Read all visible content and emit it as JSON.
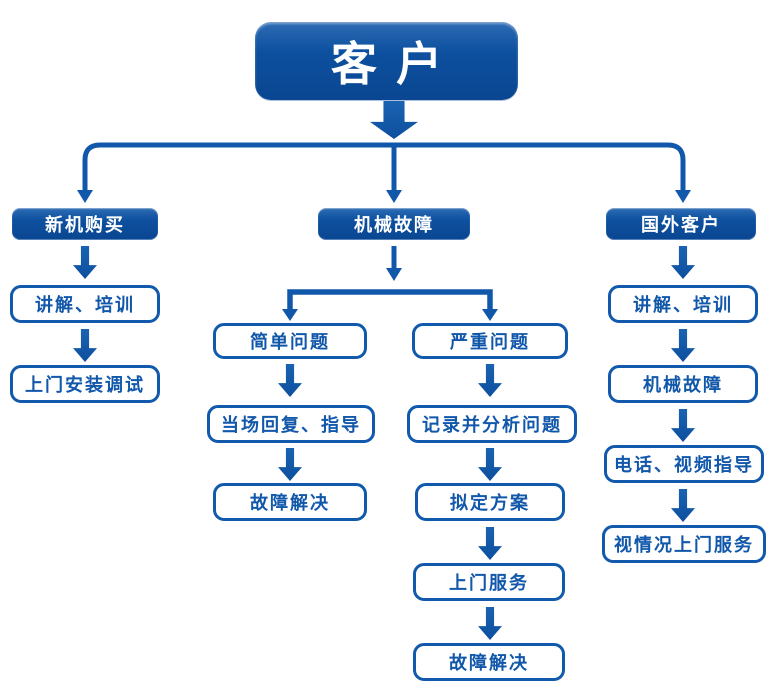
{
  "diagram": {
    "root": {
      "label": "客户"
    },
    "branch_left": {
      "head": "新机购买",
      "steps": [
        "讲解、培训",
        "上门安装调试"
      ]
    },
    "branch_middle": {
      "head": "机械故障",
      "sub_simple": {
        "head": "简单问题",
        "steps": [
          "当场回复、指导",
          "故障解决"
        ]
      },
      "sub_serious": {
        "head": "严重问题",
        "steps": [
          "记录并分析问题",
          "拟定方案",
          "上门服务",
          "故障解决"
        ]
      }
    },
    "branch_right": {
      "head": "国外客户",
      "steps": [
        "讲解、培训",
        "机械故障",
        "电话、视频指导",
        "视情况上门服务"
      ]
    }
  },
  "colors": {
    "solid_box_fill": "#0d509f",
    "outline_border": "#1159ac",
    "text_blue": "#1157aa",
    "arrow_blue": "#1158ab",
    "background": "#ffffff"
  }
}
